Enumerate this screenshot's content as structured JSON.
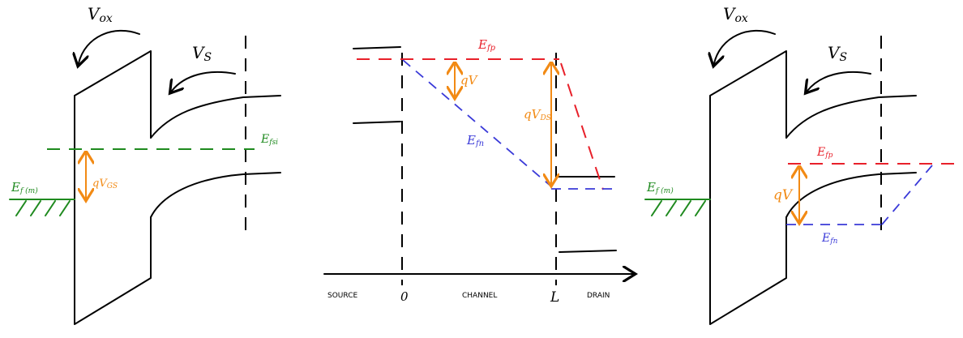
{
  "left_panel": {
    "v_ox": "V",
    "v_ox_sub": "ox",
    "v_s": "V",
    "v_s_sub": "S",
    "e_fm": "E",
    "e_fm_sub": "f (m)",
    "q_vgs": "qV",
    "q_vgs_sub": "GS",
    "e_fsi": "E",
    "e_fsi_sub": "fsi"
  },
  "middle_panel": {
    "e_fp": "E",
    "e_fp_sub": "fp",
    "e_fn": "E",
    "e_fn_sub": "fn",
    "qv": "qV",
    "qv_ds": "qV",
    "qv_ds_sub": "DS",
    "axis": {
      "source": "SOURCE",
      "zero": "0",
      "channel": "CHANNEL",
      "l": "L",
      "drain": "DRAIN"
    }
  },
  "right_panel": {
    "v_ox": "V",
    "v_ox_sub": "ox",
    "v_s": "V",
    "v_s_sub": "S",
    "e_fm": "E",
    "e_fm_sub": "f (m)",
    "e_fp": "E",
    "e_fp_sub": "fp",
    "e_fn": "E",
    "e_fn_sub": "fn",
    "qv": "qV"
  },
  "colors": {
    "black": "#000000",
    "green": "#1f8a1f",
    "red": "#e8202a",
    "blue": "#3a3ad8",
    "orange": "#f28a14"
  }
}
